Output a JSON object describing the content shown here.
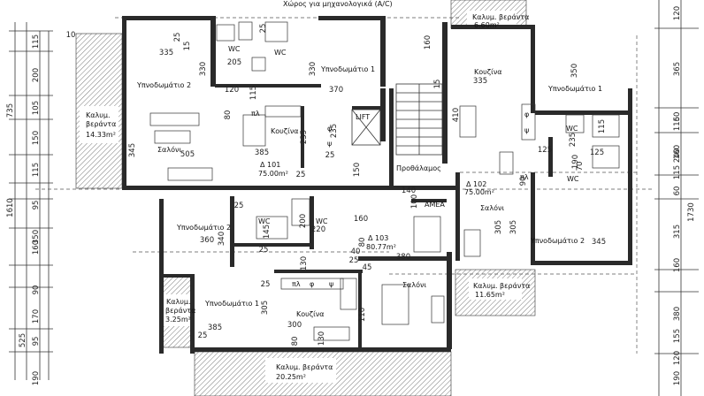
{
  "rooms": {
    "ac_space": "Χώρος για μηχανολογικά (A/C)",
    "lift": "LIFT",
    "lobby": "Προθάλαμος",
    "amea": "ΑΜΕΑ",
    "a101": {
      "bed2": "Υπνοδωμάτιο 2",
      "bed1": "Υπνοδωμάτιο 1",
      "wc1": "WC",
      "wc2": "WC",
      "kitchen": "Κουζίνα",
      "living": "Σαλόνι",
      "veranda_line1": "Καλυμ.",
      "veranda_line2": "βεράντα",
      "veranda_area": "14.33m²",
      "label": "Δ 101",
      "area": "75.00m²",
      "pl": "πλ"
    },
    "a102": {
      "kitchen": "Κουζίνα",
      "bed1": "Υπνοδωμάτιο 1",
      "bed2": "Υπνοδωμάτιο 2",
      "wc1": "WC",
      "wc2": "WC",
      "living": "Σαλόνι",
      "veranda_top": "Καλυμ. βεράντα",
      "veranda_top_area": "6.60m²",
      "veranda_bottom": "Καλυμ. βεράντα",
      "veranda_bottom_area": "11.65m²",
      "label": "Δ 102",
      "area": "75.00m²",
      "pl": "πλ"
    },
    "a103": {
      "bed2": "Υπνοδωμάτιο 2",
      "bed1": "Υπνοδωμάτιο 1",
      "wc1": "WC",
      "wc2": "WC",
      "kitchen": "Κουζίνα",
      "living": "Σαλόνι",
      "veranda_small_line1": "Καλυμ.",
      "veranda_small_line2": "βεράντα",
      "veranda_small_area": "3.25m²",
      "veranda_bottom": "Καλυμ. βεράντα",
      "veranda_bottom_area": "20.25m²",
      "label": "Δ 103",
      "area": "80.77m²",
      "pl": "πλ"
    }
  },
  "dims_left_outer": [
    "735",
    "1610",
    "525"
  ],
  "dims_left_inner": [
    "115",
    "200",
    "105",
    "150",
    "115",
    "95",
    "350",
    "160",
    "90",
    "170",
    "95",
    "190"
  ],
  "dims_right_outer": [
    "1730"
  ],
  "dims_right_inner": [
    "120",
    "365",
    "115",
    "240",
    "60",
    "160",
    "115",
    "60",
    "315",
    "160",
    "380",
    "155",
    "120",
    "190"
  ],
  "dims_inner": [
    "335",
    "330",
    "25",
    "15",
    "205",
    "25",
    "330",
    "370",
    "120",
    "115",
    "80",
    "235",
    "345",
    "505",
    "385",
    "235",
    "25",
    "25",
    "10",
    "160",
    "15",
    "150",
    "140",
    "100",
    "335",
    "410",
    "350",
    "125",
    "190",
    "235",
    "115",
    "125",
    "70",
    "305",
    "305",
    "90",
    "345",
    "25",
    "360",
    "340",
    "145",
    "25",
    "200",
    "220",
    "160",
    "80",
    "40",
    "380",
    "130",
    "305",
    "25",
    "300",
    "385",
    "25",
    "130",
    "110",
    "25",
    "80",
    "45"
  ],
  "symbols": {
    "phi": "φ",
    "psi": "ψ"
  }
}
